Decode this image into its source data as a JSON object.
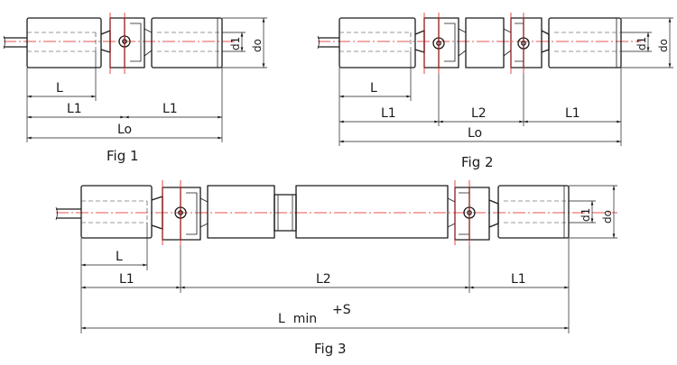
{
  "figures": [
    {
      "caption": "Fig 1",
      "labels": {
        "L": "L",
        "L1_left": "L1",
        "L1_right": "L1",
        "Lo": "Lo",
        "d1": "d1",
        "do": "do"
      }
    },
    {
      "caption": "Fig 2",
      "labels": {
        "L": "L",
        "L1_left": "L1",
        "L2": "L2",
        "L1_right": "L1",
        "Lo": "Lo",
        "d1": "d1",
        "do": "do"
      }
    },
    {
      "caption": "Fig 3",
      "labels": {
        "L": "L",
        "L1_left": "L1",
        "L2": "L2",
        "L1_right": "L1",
        "Lmin": "L  min",
        "S": "+S",
        "d1": "d1",
        "do": "do"
      }
    }
  ]
}
